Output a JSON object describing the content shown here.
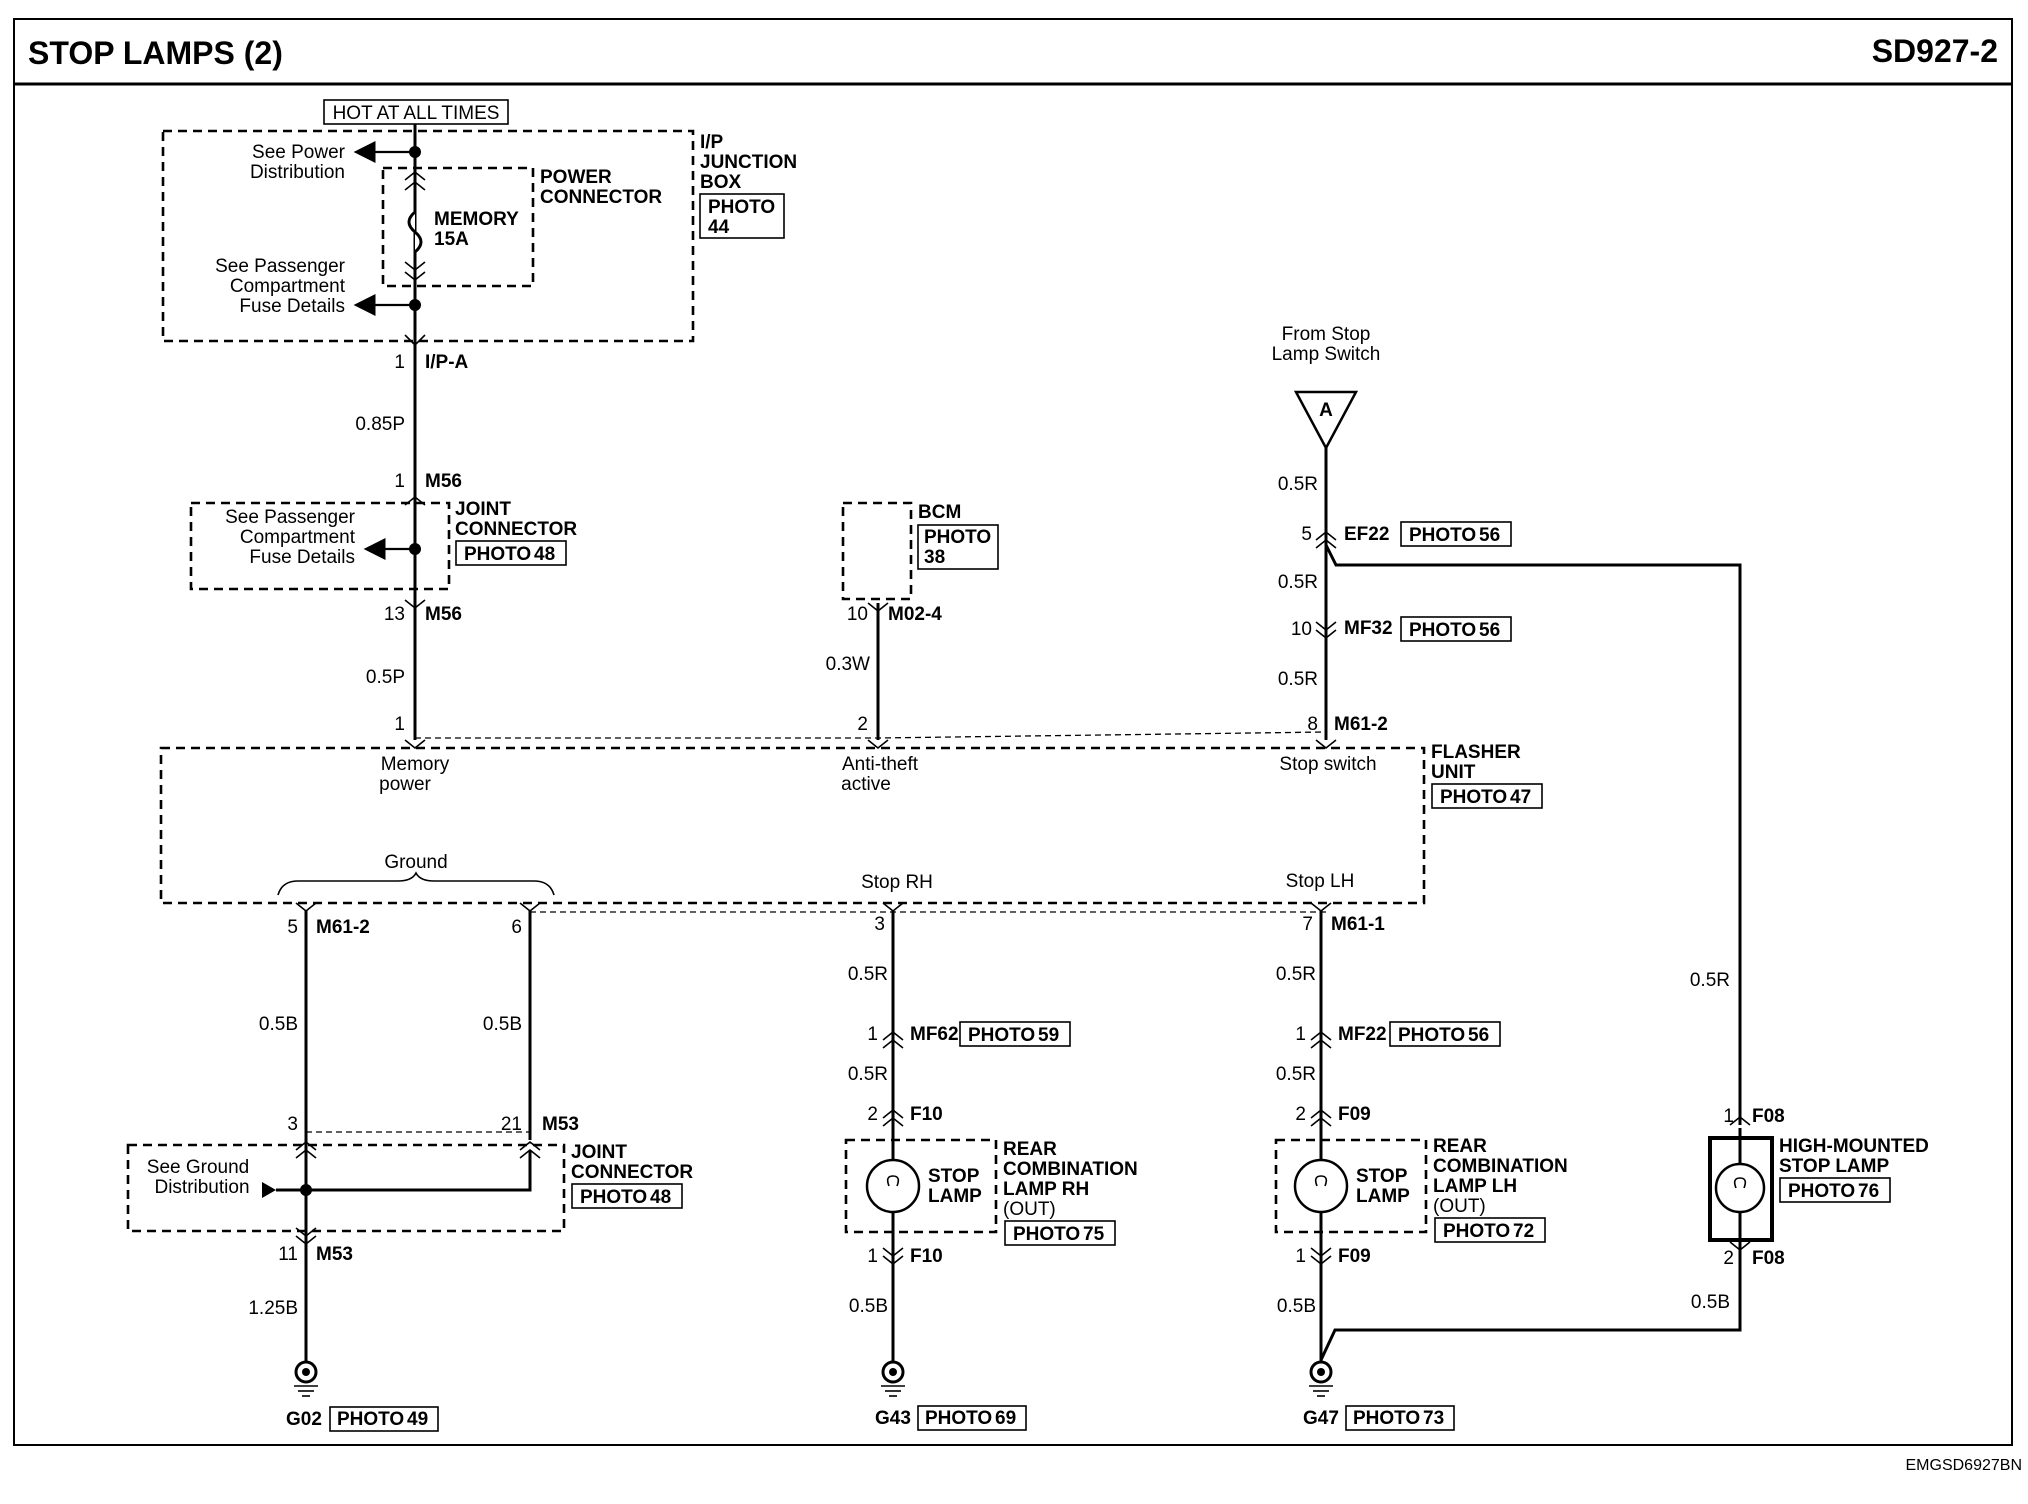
{
  "header": {
    "title": "STOP LAMPS (2)",
    "code": "SD927-2"
  },
  "footer": {
    "ref": "EMGSD6927BN"
  },
  "photo_prefix": "PHOTO",
  "junction_box": {
    "hot_label": "HOT AT ALL TIMES",
    "name": [
      "I/P",
      "JUNCTION",
      "BOX"
    ],
    "photo": "44",
    "power_connector": [
      "POWER",
      "CONNECTOR"
    ],
    "fuse": [
      "MEMORY",
      "15A"
    ],
    "see_power": [
      "See Power",
      "Distribution"
    ],
    "see_passenger": [
      "See Passenger",
      "Compartment",
      "Fuse Details"
    ],
    "pin": "1",
    "connector": "I/P-A"
  },
  "wire_085p": "0.85P",
  "joint_connector_top": {
    "name": [
      "JOINT",
      "CONNECTOR"
    ],
    "photo": "48",
    "see_passenger": [
      "See Passenger",
      "Compartment",
      "Fuse Details"
    ],
    "pin_top": "1",
    "conn_top": "M56",
    "pin_bot": "13",
    "conn_bot": "M56"
  },
  "wire_05p": "0.5P",
  "bcm": {
    "name": "BCM",
    "photo": "38",
    "pin": "10",
    "connector": "M02-4",
    "wire": "0.3W"
  },
  "stop_switch": {
    "from": [
      "From Stop",
      "Lamp Switch"
    ],
    "ref": "A",
    "wire1": "0.5R",
    "pin1": "5",
    "conn1": "EF22",
    "photo1": "56",
    "wire2": "0.5R",
    "pin2": "10",
    "conn2": "MF32",
    "photo2": "56",
    "wire3": "0.5R"
  },
  "flasher": {
    "name": [
      "FLASHER",
      "UNIT"
    ],
    "photo": "47",
    "pin_mem": "1",
    "pin_anti": "2",
    "pin_stop": "8",
    "conn_top": "M61-2",
    "memory_power": [
      "Memory",
      "power"
    ],
    "anti_theft": [
      "Anti-theft",
      "active"
    ],
    "stop_switch": "Stop switch",
    "ground": "Ground",
    "stop_rh": "Stop RH",
    "stop_lh": "Stop LH",
    "pin_g1": "5",
    "conn_g1": "M61-2",
    "pin_g2": "6",
    "pin_rh": "3",
    "pin_lh": "7",
    "conn_lh": "M61-1"
  },
  "ground_branch": {
    "wire_a": "0.5B",
    "wire_b": "0.5B",
    "pin_a": "3",
    "pin_b": "21",
    "conn": "M53",
    "joint_name": [
      "JOINT",
      "CONNECTOR"
    ],
    "joint_photo": "48",
    "see_ground": [
      "See Ground",
      "Distribution"
    ],
    "pin_out": "11",
    "conn_out": "M53",
    "wire_out": "1.25B",
    "ground": "G02",
    "ground_photo": "49"
  },
  "rh_lamp": {
    "wire1": "0.5R",
    "pin1": "1",
    "conn1": "MF62",
    "photo1": "59",
    "wire2": "0.5R",
    "pin2": "2",
    "conn2": "F10",
    "lamp": [
      "STOP",
      "LAMP"
    ],
    "name": [
      "REAR",
      "COMBINATION",
      "LAMP RH",
      "(OUT)"
    ],
    "photo": "75",
    "pin3": "1",
    "conn3": "F10",
    "wire3": "0.5B",
    "ground": "G43",
    "ground_photo": "69"
  },
  "lh_lamp": {
    "wire1": "0.5R",
    "pin1": "1",
    "conn1": "MF22",
    "photo1": "56",
    "wire2": "0.5R",
    "pin2": "2",
    "conn2": "F09",
    "lamp": [
      "STOP",
      "LAMP"
    ],
    "name": [
      "REAR",
      "COMBINATION",
      "LAMP LH",
      "(OUT)"
    ],
    "photo": "72",
    "pin3": "1",
    "conn3": "F09",
    "wire3": "0.5B",
    "ground": "G47",
    "ground_photo": "73"
  },
  "high_mount": {
    "wire1": "0.5R",
    "pin1": "1",
    "conn1": "F08",
    "name": [
      "HIGH-MOUNTED",
      "STOP LAMP"
    ],
    "photo": "76",
    "pin2": "2",
    "conn2": "F08",
    "wire2": "0.5B"
  }
}
